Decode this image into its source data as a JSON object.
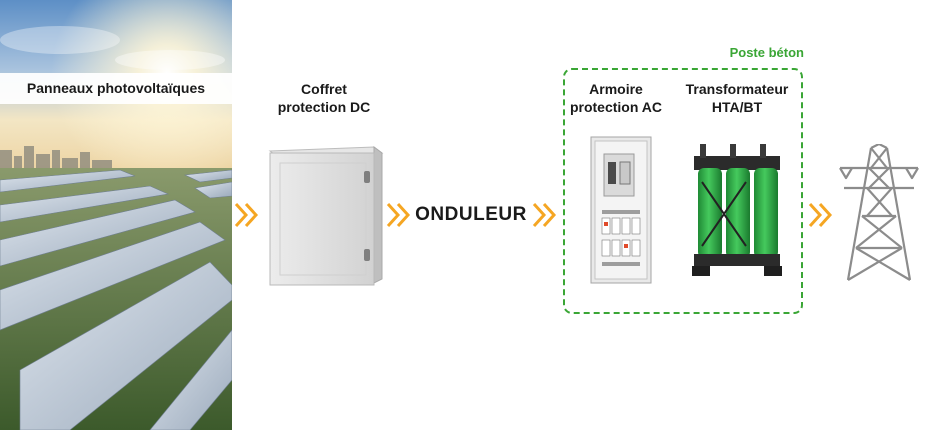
{
  "photo": {
    "label": "Panneaux photovoltaïques"
  },
  "components": {
    "coffret": "Coffret\nprotection DC",
    "onduleur": "ONDULEUR",
    "armoire": "Armoire\nprotection AC",
    "transformateur": "Transformateur\nHTA/BT"
  },
  "poste": {
    "label": "Poste béton"
  },
  "colors": {
    "arrow": "#f5a623",
    "poste": "#3aa635",
    "pylon": "#8c8c8c",
    "transformer": "#2fae49"
  },
  "icons": [
    "arrow-right-icon",
    "pylon-icon",
    "electrical-cabinet-icon",
    "transformer-icon",
    "enclosure-icon"
  ]
}
